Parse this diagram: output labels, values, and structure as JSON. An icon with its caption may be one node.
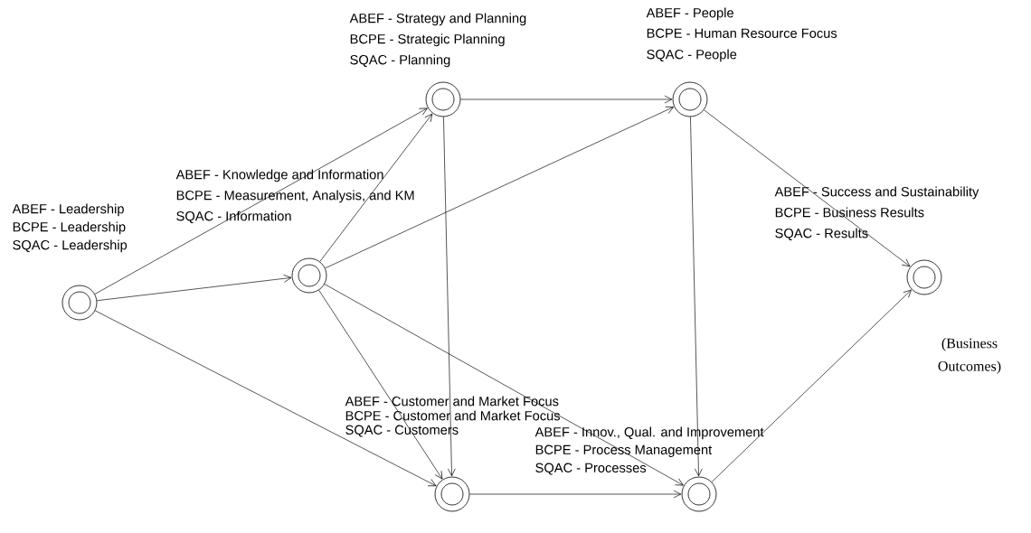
{
  "diagram": {
    "nodes": [
      {
        "text": [
          "ABEF - Leadership",
          "BCPE - Leadership",
          "SQAC - Leadership"
        ]
      },
      {
        "text": [
          "ABEF - Knowledge and Information",
          "BCPE - Measurement, Analysis, and KM",
          "SQAC - Information"
        ]
      },
      {
        "text": [
          "ABEF - Strategy and Planning",
          "BCPE - Strategic Planning",
          "SQAC - Planning"
        ]
      },
      {
        "text": [
          "ABEF - People",
          "BCPE - Human Resource Focus",
          "SQAC - People"
        ]
      },
      {
        "text": [
          "ABEF - Success and Sustainability",
          "BCPE - Business Results",
          "SQAC - Results"
        ],
        "beside": [
          "(Business Outcomes)"
        ]
      },
      {
        "text": [
          "ABEF - Customer and Market Focus",
          "BCPE - Customer and Market Focus",
          "SQAC - Customers"
        ]
      },
      {
        "text": [
          "ABEF - Innov., Qual. and Improvement",
          "BCPE - Process Management",
          "SQAC - Processes"
        ]
      }
    ],
    "edges": [
      {
        "from": 0,
        "to": 2,
        "arrow": "to"
      },
      {
        "from": 0,
        "to": 1,
        "arrow": "to"
      },
      {
        "from": 0,
        "to": 5,
        "arrow": "to"
      },
      {
        "from": 1,
        "to": 2,
        "arrow": "to"
      },
      {
        "from": 1,
        "to": 3,
        "arrow": "to"
      },
      {
        "from": 1,
        "to": 5,
        "arrow": "to"
      },
      {
        "from": 1,
        "to": 6,
        "arrow": "to"
      },
      {
        "from": 2,
        "to": 3,
        "arrow": "to"
      },
      {
        "from": 2,
        "to": 5,
        "arrow": "to"
      },
      {
        "from": 3,
        "to": 6,
        "arrow": "to"
      },
      {
        "from": 3,
        "to": 4,
        "arrow": "to"
      },
      {
        "from": 5,
        "to": 6,
        "arrow": "to"
      },
      {
        "from": 6,
        "to": 4,
        "arrow": "to"
      }
    ]
  }
}
